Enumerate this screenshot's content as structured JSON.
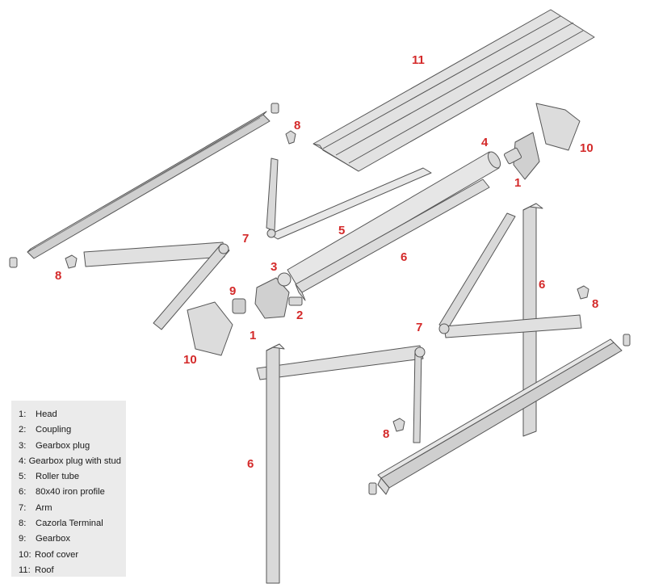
{
  "colors": {
    "callout": "#d42a2a",
    "legend_bg": "#ebebeb",
    "part_fill": "#d9d9d9",
    "part_stroke": "#555555"
  },
  "callouts": [
    {
      "text": "11"
    },
    {
      "text": "8"
    },
    {
      "text": "4"
    },
    {
      "text": "10"
    },
    {
      "text": "1"
    },
    {
      "text": "7"
    },
    {
      "text": "5"
    },
    {
      "text": "8"
    },
    {
      "text": "6"
    },
    {
      "text": "3"
    },
    {
      "text": "9"
    },
    {
      "text": "2"
    },
    {
      "text": "1"
    },
    {
      "text": "10"
    },
    {
      "text": "6"
    },
    {
      "text": "8"
    },
    {
      "text": "7"
    },
    {
      "text": "8"
    },
    {
      "text": "6"
    }
  ],
  "legend": [
    {
      "num": "1:",
      "label": "Head"
    },
    {
      "num": "2:",
      "label": "Coupling"
    },
    {
      "num": "3:",
      "label": "Gearbox plug"
    },
    {
      "num": "4:",
      "label": "Gearbox plug with stud"
    },
    {
      "num": "5:",
      "label": "Roller tube"
    },
    {
      "num": "6:",
      "label": "80x40 iron profile"
    },
    {
      "num": "7:",
      "label": "Arm"
    },
    {
      "num": "8:",
      "label": "Cazorla Terminal"
    },
    {
      "num": "9:",
      "label": "Gearbox"
    },
    {
      "num": "10:",
      "label": "Roof cover"
    },
    {
      "num": "11:",
      "label": "Roof"
    }
  ]
}
